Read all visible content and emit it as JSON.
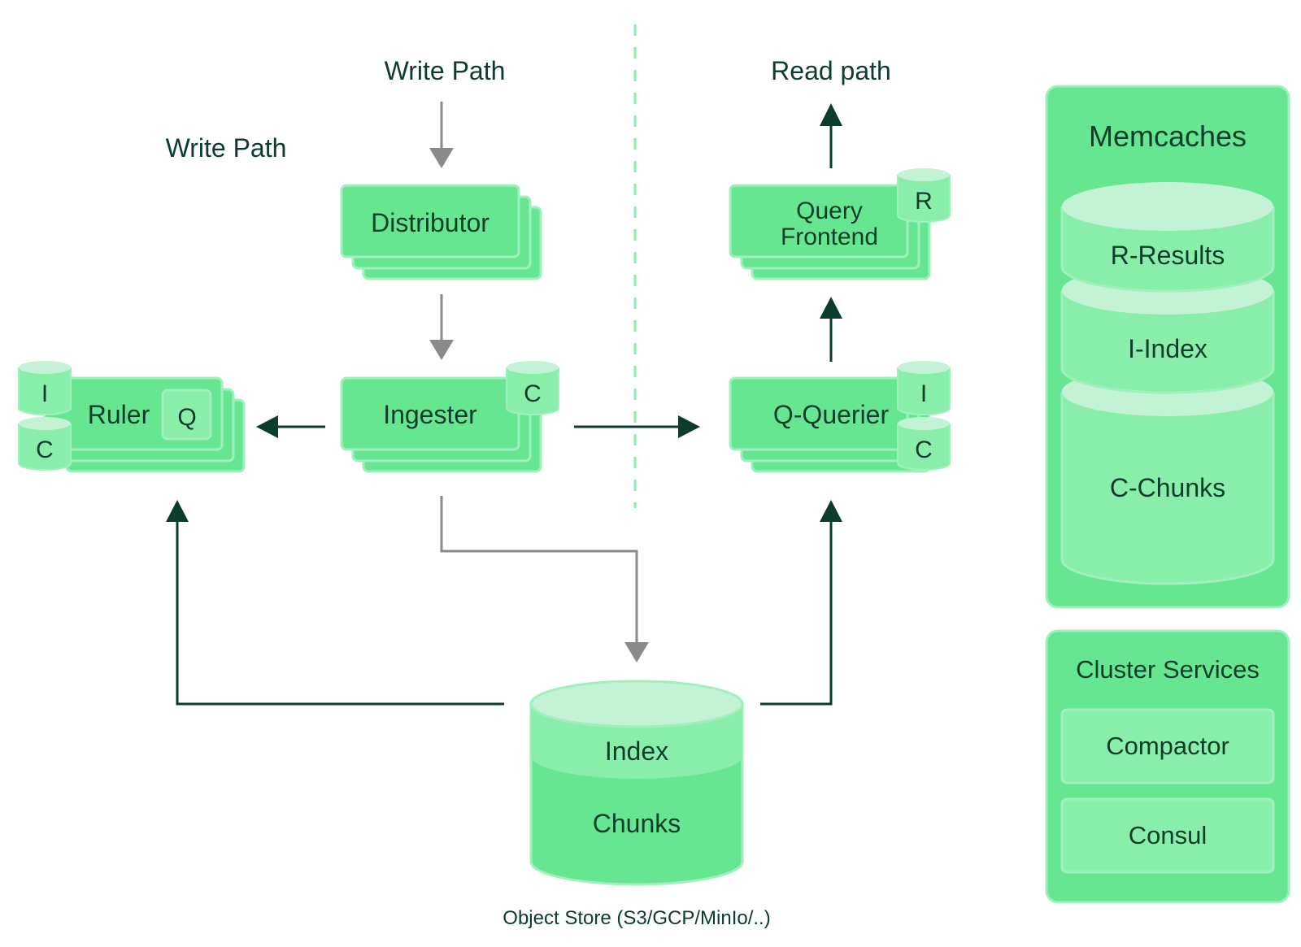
{
  "labels": {
    "write_path_top": "Write Path",
    "write_path_left": "Write Path",
    "read_path": "Read path",
    "object_store": "Object Store (S3/GCP/MinIo/..)"
  },
  "components": {
    "distributor": "Distributor",
    "ingester": "Ingester",
    "ingester_cache": "C",
    "ruler": "Ruler",
    "ruler_q": "Q",
    "ruler_cache_i": "I",
    "ruler_cache_c": "C",
    "query_frontend_line1": "Query",
    "query_frontend_line2": "Frontend",
    "query_frontend_cache": "R",
    "querier": "Q-Querier",
    "querier_cache_i": "I",
    "querier_cache_c": "C"
  },
  "storage": {
    "index": "Index",
    "chunks": "Chunks"
  },
  "memcaches": {
    "title": "Memcaches",
    "items": [
      "R-Results",
      "I-Index",
      "C-Chunks"
    ]
  },
  "cluster_services": {
    "title": "Cluster Services",
    "items": [
      "Compactor",
      "Consul"
    ]
  },
  "colors": {
    "green": "#66e691",
    "green_light": "#8aeeab",
    "green_top": "#c4f2d4",
    "stroke": "#9ff0bd",
    "arrow_dark": "#0b3d2a",
    "arrow_gray": "#8a8a8a",
    "text": "#0b3d2a"
  }
}
